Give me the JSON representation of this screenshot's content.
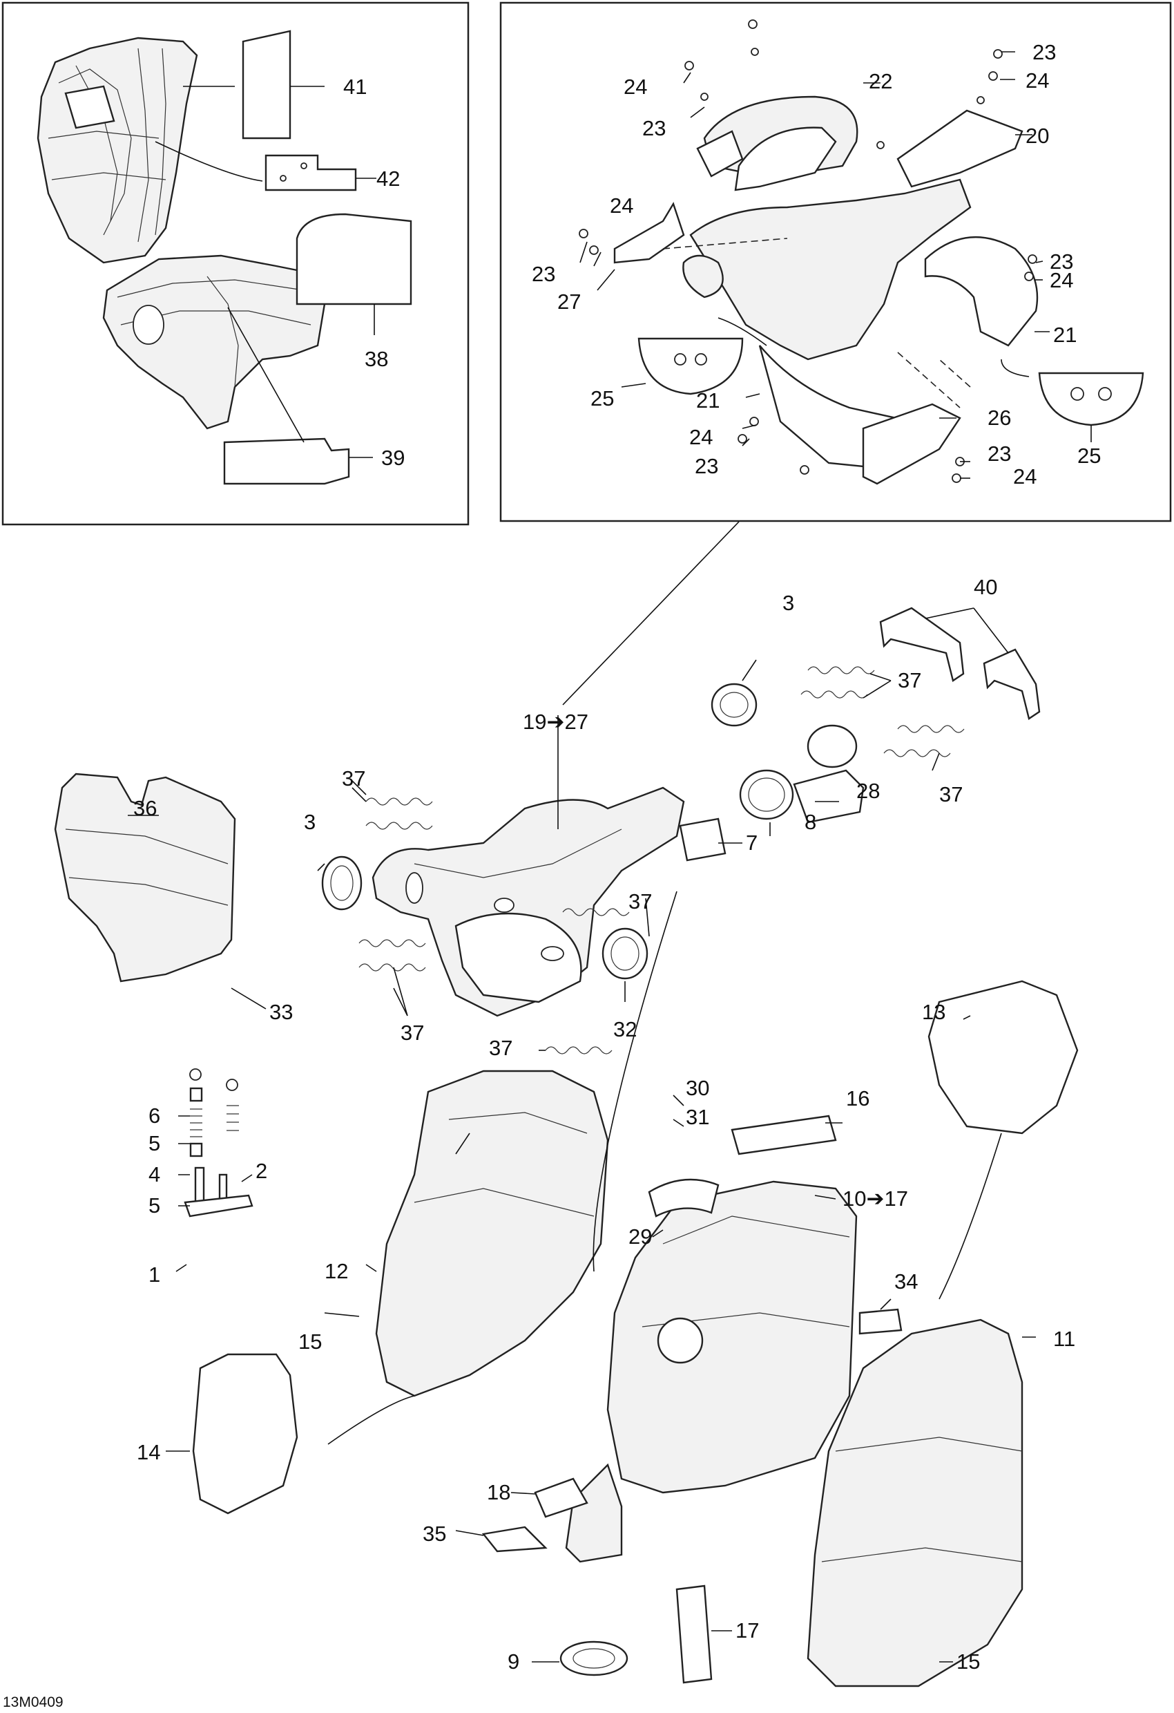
{
  "diagram": {
    "code": "13M0409",
    "labels": {
      "l41": "41",
      "l42": "42",
      "l38": "38",
      "l39": "39",
      "l22": "22",
      "l23a": "23",
      "l24a": "24",
      "l24b": "24",
      "l23b": "23",
      "l20": "20",
      "l24c": "24",
      "l23c": "23",
      "l27a": "27",
      "l23d": "23",
      "l24d": "24",
      "l21a": "21",
      "l25a": "25",
      "l21b": "21",
      "l24e": "24",
      "l23e": "23",
      "l26": "26",
      "l23f": "23",
      "l24f": "24",
      "l25b": "25",
      "l3a": "3",
      "l40": "40",
      "l37a": "37",
      "l1927": "19➔27",
      "l37b": "37",
      "l28": "28",
      "l8": "8",
      "l7": "7",
      "l36": "36",
      "l3b": "3",
      "l37c": "37",
      "l37d": "37",
      "l32": "32",
      "l33": "33",
      "l37e": "37",
      "l37f": "37",
      "l13": "13",
      "l6": "6",
      "l5a": "5",
      "l4": "4",
      "l5b": "5",
      "l2": "2",
      "l1": "1",
      "l30": "30",
      "l31": "31",
      "l16": "16",
      "l29": "29",
      "l1017": "10➔17",
      "l12": "12",
      "l34": "34",
      "l15a": "15",
      "l11": "11",
      "l14": "14",
      "l18": "18",
      "l35": "35",
      "l17": "17",
      "l9": "9",
      "l15b": "15"
    }
  }
}
